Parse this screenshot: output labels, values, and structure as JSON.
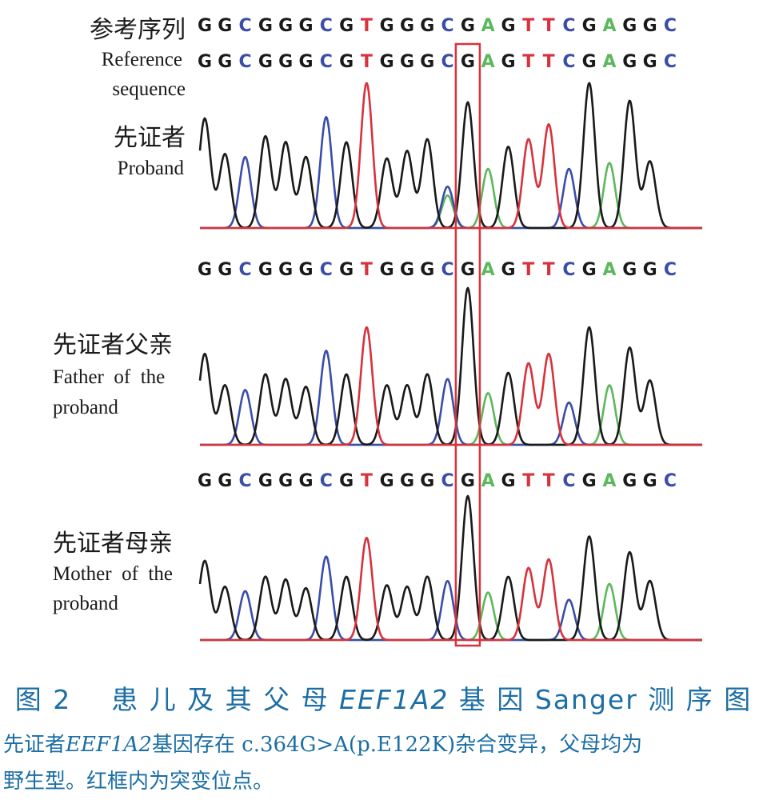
{
  "chart_data": [
    {
      "type": "line",
      "panel": "reference",
      "label_cn": "参考序列",
      "label_en_lines": [
        "Reference",
        "sequence"
      ],
      "sequence_rows": [
        "GGCGGGCGTGGGCGAGTTCGAGGC",
        "GGCGGGCGTGGGCGAGTTCGAGGC"
      ],
      "base_colors": {
        "A": "#5cb85c",
        "C": "#3a4da8",
        "G": "#1a1a1a",
        "T": "#d8323c"
      }
    },
    {
      "type": "line",
      "panel": "proband",
      "label_cn": "先证者",
      "label_en_lines": [
        "Proband"
      ],
      "bases": "GGCGGGCGTGGGCGAGTTCGAGGC",
      "peak_heights": [
        0.74,
        0.5,
        0.48,
        0.62,
        0.58,
        0.48,
        0.75,
        0.58,
        0.98,
        0.47,
        0.52,
        0.6,
        0.28,
        0.85,
        0.4,
        0.55,
        0.6,
        0.7,
        0.4,
        0.98,
        0.44,
        0.86,
        0.45
      ],
      "secondary_peaks": [
        {
          "index": 12,
          "base": "A",
          "height": 0.22
        }
      ]
    },
    {
      "type": "line",
      "panel": "father",
      "label_cn": "先证者父亲",
      "label_en_lines": [
        "Father  of  the",
        "proband"
      ],
      "sequence_row": "GGCGGGCGTGGGCGAGTTCGAGGC",
      "bases": "GGCGGGCGTGGGCGAGTTCGAGGC",
      "peak_heights": [
        0.58,
        0.38,
        0.35,
        0.45,
        0.42,
        0.37,
        0.6,
        0.45,
        0.75,
        0.38,
        0.38,
        0.45,
        0.42,
        1.0,
        0.33,
        0.46,
        0.52,
        0.58,
        0.27,
        0.75,
        0.38,
        0.62,
        0.41
      ]
    },
    {
      "type": "line",
      "panel": "mother",
      "label_cn": "先证者母亲",
      "label_en_lines": [
        "Mother  of  the",
        "proband"
      ],
      "sequence_row": "GGCGGGCGTGGGCGAGTTCGAGGC",
      "bases": "GGCGGGCGTGGGCGAGTTCGAGGC",
      "peak_heights": [
        0.55,
        0.37,
        0.34,
        0.44,
        0.42,
        0.36,
        0.58,
        0.44,
        0.71,
        0.38,
        0.37,
        0.44,
        0.41,
        1.0,
        0.33,
        0.44,
        0.5,
        0.56,
        0.28,
        0.72,
        0.39,
        0.61,
        0.41
      ]
    }
  ],
  "highlight": {
    "base_index": 13,
    "color": "#d8323c"
  },
  "caption": {
    "fig_no": "图 2",
    "title_pre": "患 儿 及 其 父 母",
    "gene": "EEF1A2",
    "title_post": "基 因 Sanger 测 序 图",
    "body_pre": "先证者",
    "body_gene": "EEF1A2",
    "body_post": "基因存在 c.364G>A(p.E122K)杂合变异，父母均为",
    "body_line2": "野生型。红框内为突变位点。"
  }
}
